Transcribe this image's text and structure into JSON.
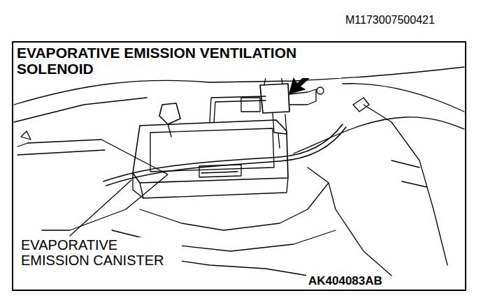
{
  "diagram": {
    "title": "EVAPORATIVE EMISSION VENTILATION SOLENOID",
    "labels": [
      "M1173007500421",
      "EVAPORATIVE EMISSION CANISTER",
      "AK404083AB"
    ]
  }
}
